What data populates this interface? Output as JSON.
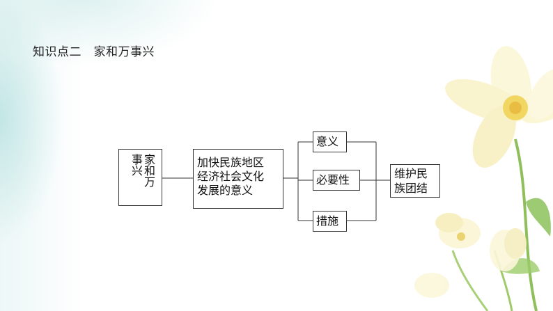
{
  "title": "知识点二　家和万事兴",
  "diagram": {
    "topic": {
      "column_right": "家和万",
      "column_left": "事兴"
    },
    "central": {
      "lines": [
        "加快民族地区",
        "经济社会文化",
        "发展的意义"
      ]
    },
    "branches": [
      "意义",
      "必要性",
      "措施"
    ],
    "result": {
      "lines": [
        "维护民",
        "族团结"
      ]
    }
  },
  "colors": {
    "line": "#333333",
    "flower_petal": "#fbf6d2",
    "flower_center": "#f2d45a",
    "stem": "#8fbf5a"
  }
}
